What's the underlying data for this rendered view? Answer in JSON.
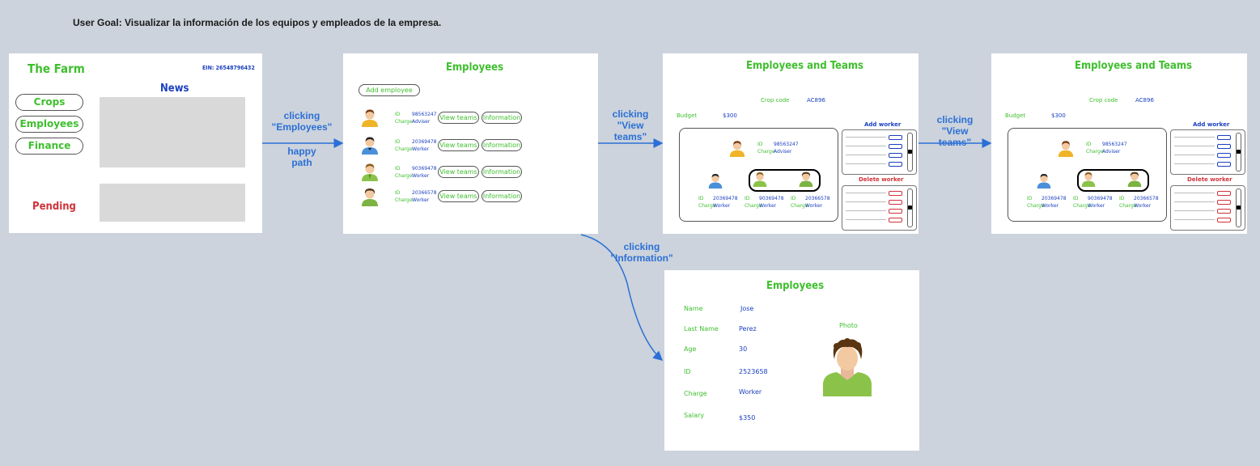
{
  "goal": "User Goal: Visualizar la información de los equipos y empleados de la empresa.",
  "home": {
    "app_title": "The Farm",
    "ein": "EIN: 26548796432",
    "news_label": "News",
    "nav": [
      "Crops",
      "Employees",
      "Finance"
    ],
    "pending_label": "Pending"
  },
  "employees": {
    "title": "Employees",
    "add_button": "Add employee",
    "rows": [
      {
        "id_label": "ID",
        "id": "98563247",
        "charge_label": "Charge",
        "charge": "Adviser",
        "view_teams": "View teams",
        "information": "Information"
      },
      {
        "id_label": "ID",
        "id": "20369478",
        "charge_label": "Charge",
        "charge": "Worker",
        "view_teams": "View teams",
        "information": "Information"
      },
      {
        "id_label": "ID",
        "id": "90369478",
        "charge_label": "Charge",
        "charge": "Worker",
        "view_teams": "View teams",
        "information": "Information"
      },
      {
        "id_label": "ID",
        "id": "20366578",
        "charge_label": "Charge",
        "charge": "Worker",
        "view_teams": "View teams",
        "information": "Information"
      }
    ]
  },
  "teams": {
    "title": "Employees and Teams",
    "crop_code_label": "Crop code",
    "crop_code": "AC896",
    "budget_label": "Budget",
    "budget": "$300",
    "leader": {
      "id_label": "ID",
      "id": "98563247",
      "charge_label": "Charge",
      "charge": "Adviser"
    },
    "members": [
      {
        "id_label": "ID",
        "id": "20369478",
        "charge_label": "Charge",
        "charge": "Worker"
      },
      {
        "id_label": "ID",
        "id": "90369478",
        "charge_label": "Charge",
        "charge": "Worker"
      },
      {
        "id_label": "ID",
        "id": "20366578",
        "charge_label": "Charge",
        "charge": "Worker"
      }
    ],
    "add_worker": "Add worker",
    "delete_worker": "Delete worker"
  },
  "detail": {
    "title": "Employees",
    "fields": [
      {
        "label": "Name",
        "value": "Jose"
      },
      {
        "label": "Last Name",
        "value": "Perez"
      },
      {
        "label": "Age",
        "value": "30"
      },
      {
        "label": "ID",
        "value": "2523658"
      },
      {
        "label": "Charge",
        "value": "Worker"
      },
      {
        "label": "Salary",
        "value": "$350"
      }
    ],
    "photo_label": "Photo"
  },
  "arrows": {
    "a1": "clicking \"Employees\"",
    "a1_sub": "happy path",
    "a2": "clicking \"View teams\"",
    "a3": "clicking \"View teams\"",
    "a4": "clicking \"Information\""
  },
  "colors": {
    "accent_green": "#3fbf2e",
    "accent_blue": "#1a3fbf",
    "alert_red": "#d0323a",
    "arrow_blue": "#2b6fd6"
  }
}
